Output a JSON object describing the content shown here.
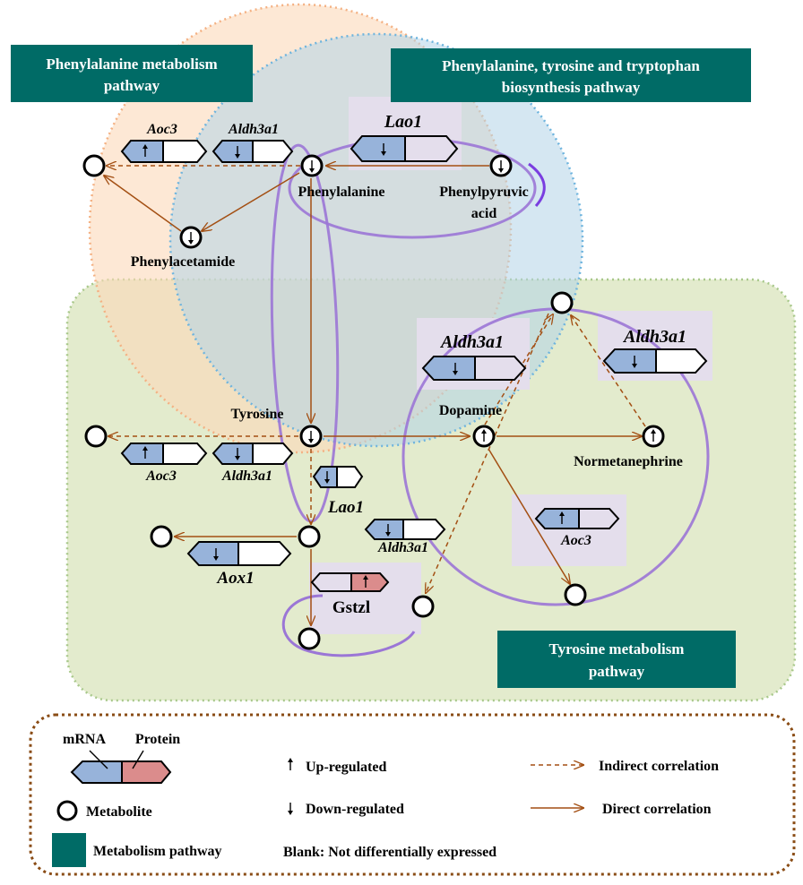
{
  "pathways": {
    "phe_metabolism": "Phenylalanine metabolism pathway",
    "phe_tyr_trp_line1": "Phenylalanine, tyrosine and tryptophan",
    "phe_tyr_trp_line2": "biosynthesis pathway",
    "tyr_metabolism_line1": "Tyrosine metabolism",
    "tyr_metabolism_line2": "pathway"
  },
  "metabolites": {
    "phenylalanine": "Phenylalanine",
    "phenylpyruvic_line1": "Phenylpyruvic",
    "phenylpyruvic_line2": "acid",
    "phenylacetamide": "Phenylacetamide",
    "tyrosine": "Tyrosine",
    "dopamine": "Dopamine",
    "normetanephrine": "Normetanephrine"
  },
  "genes": {
    "aoc3": "Aoc3",
    "aldh3a1": "Aldh3a1",
    "lao1": "Lao1",
    "aox1": "Aox1",
    "gstzl": "Gstzl"
  },
  "legend": {
    "mrna": "mRNA",
    "protein": "Protein",
    "metabolite": "Metabolite",
    "metabolism_pathway": "Metabolism pathway",
    "up_regulated": "Up-regulated",
    "down_regulated": "Down-regulated",
    "indirect": "Indirect correlation",
    "direct": "Direct correlation",
    "blank": "Blank: Not differentially expressed"
  },
  "colors": {
    "teal": "#006B66",
    "orange_region": "#FBD9B9",
    "blue_region": "#B3D3E8",
    "green_region": "#DCE6C0",
    "mrna_blue": "#97B3DA",
    "protein_red": "#DB8C8C",
    "lavender": "#E4DEEC",
    "arrow_brown": "#A34F13",
    "purple_loop": "#9B76D6",
    "legend_border": "#8A4C15"
  }
}
